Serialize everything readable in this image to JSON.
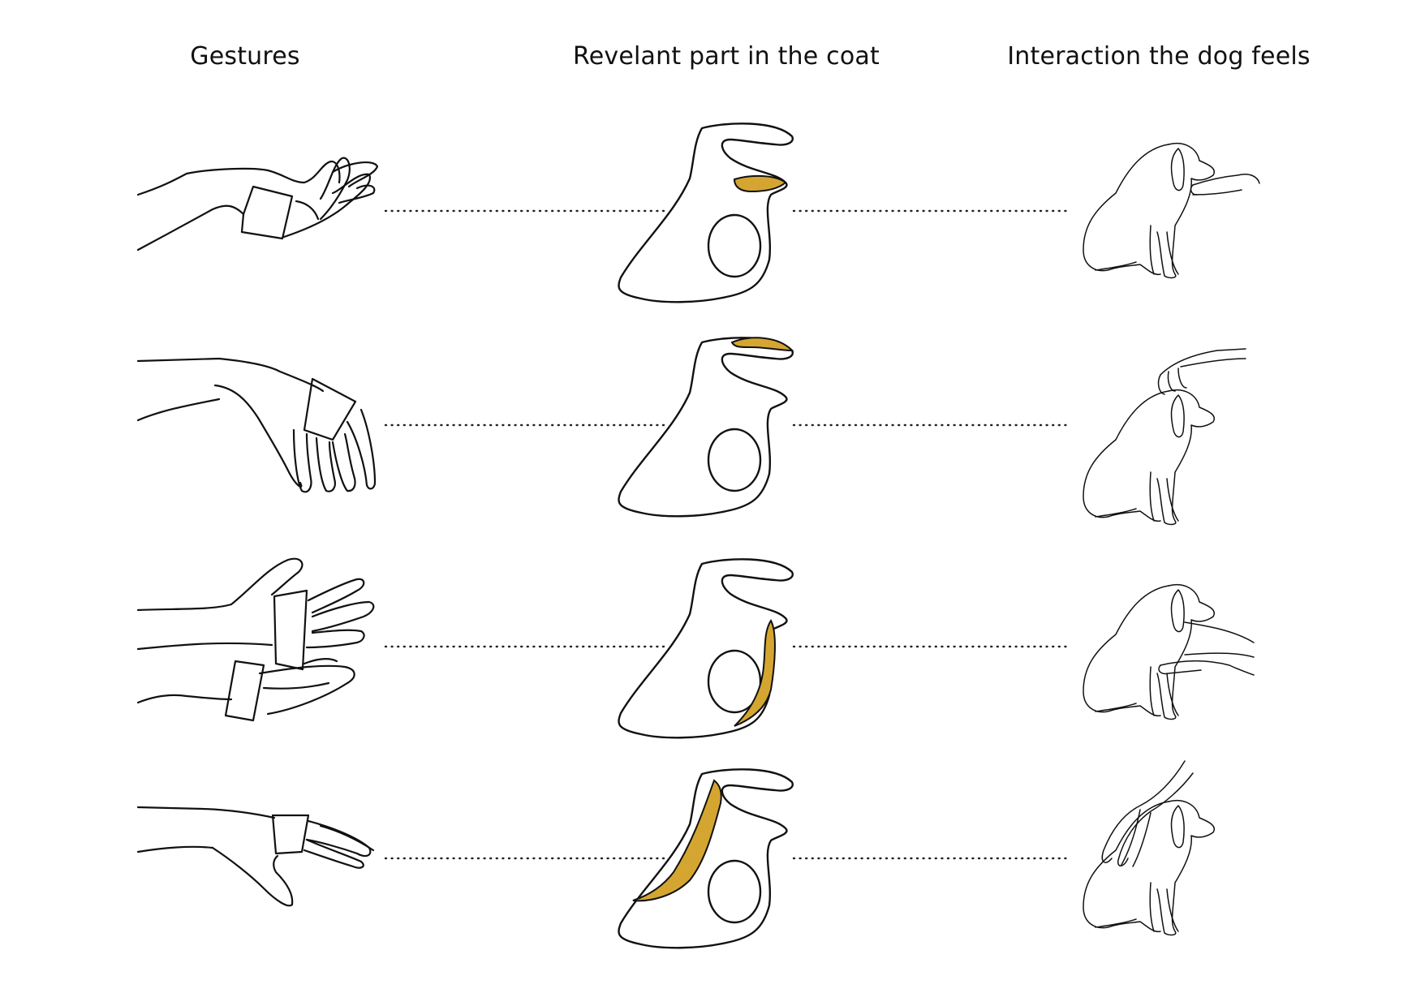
{
  "headers": {
    "gestures": "Gestures",
    "coat": "Revelant part in the coat",
    "dog": "Interaction the dog feels"
  },
  "colors": {
    "highlight": "#D4A631",
    "line": "#111111"
  },
  "rows": [
    {
      "gesture": "palm-up-hand-icon",
      "coat_highlight": "chin",
      "dog_touch": "chin-scratch"
    },
    {
      "gesture": "scratching-hand-icon",
      "coat_highlight": "top-of-head",
      "dog_touch": "head-pat"
    },
    {
      "gesture": "two-hands-icon",
      "coat_highlight": "chest",
      "dog_touch": "chest-hold"
    },
    {
      "gesture": "flat-stroking-hand-icon",
      "coat_highlight": "back",
      "dog_touch": "back-stroke"
    }
  ]
}
